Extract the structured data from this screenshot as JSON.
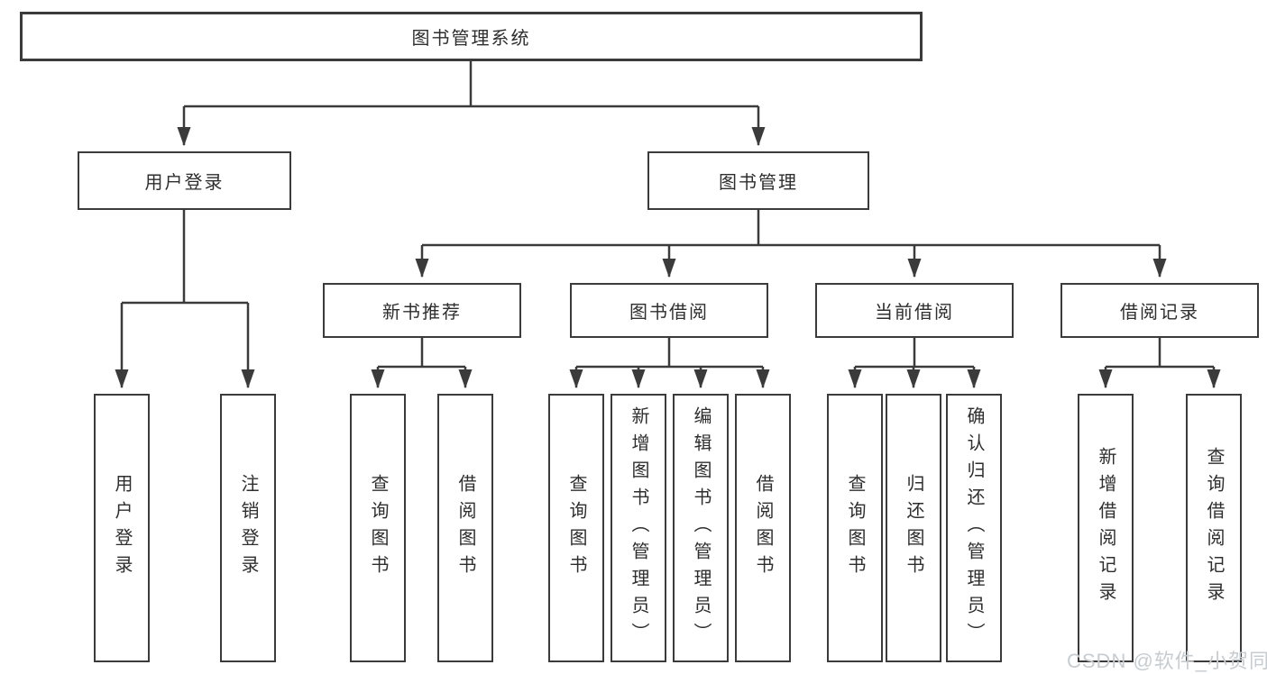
{
  "diagram": {
    "root": {
      "label": "图书管理系统"
    },
    "branches": [
      {
        "label": "用户登录",
        "children": [
          {
            "label": "用户登录"
          },
          {
            "label": "注销登录"
          }
        ]
      },
      {
        "label": "图书管理",
        "children": [
          {
            "label": "新书推荐",
            "children": [
              {
                "label": "查询图书"
              },
              {
                "label": "借阅图书"
              }
            ]
          },
          {
            "label": "图书借阅",
            "children": [
              {
                "label": "查询图书"
              },
              {
                "label": "新增图书（管理员）"
              },
              {
                "label": "编辑图书（管理员）"
              },
              {
                "label": "借阅图书"
              }
            ]
          },
          {
            "label": "当前借阅",
            "children": [
              {
                "label": "查询图书"
              },
              {
                "label": "归还图书"
              },
              {
                "label": "确认归还（管理员）"
              }
            ]
          },
          {
            "label": "借阅记录",
            "children": [
              {
                "label": "新增借阅记录"
              },
              {
                "label": "查询借阅记录"
              }
            ]
          }
        ]
      }
    ]
  },
  "watermark": "CSDN @软件_小贺同学",
  "colors": {
    "line": "#3b3b3b",
    "text": "#2e2e2e",
    "watermark": "#c6ccd0",
    "background": "#ffffff"
  }
}
